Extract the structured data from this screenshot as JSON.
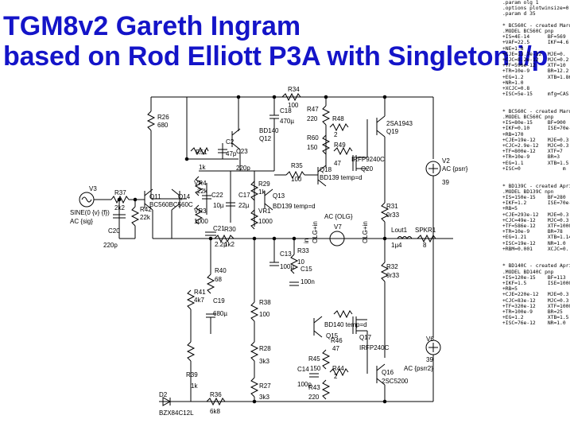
{
  "titles": {
    "line1": "TGM8v2     Gareth Ingram",
    "line2": "based on Rod Elliott P3A with Singleton i/p"
  },
  "colors": {
    "title": "#1414c8",
    "wire": "#000000"
  },
  "components": {
    "R26": {
      "name": "R26",
      "value": "680"
    },
    "R34": {
      "name": "R34",
      "value": "100"
    },
    "C18": {
      "name": "C18",
      "value": "470µ"
    },
    "R47": {
      "name": "R47",
      "value": "220"
    },
    "R48": {
      "name": "R48",
      "value": "2"
    },
    "Q19": {
      "name": "Q19",
      "model": "2SA1943"
    },
    "R60": {
      "name": "R60",
      "value": "150"
    },
    "R49": {
      "name": "R49",
      "value": "47"
    },
    "Q20": {
      "name": "Q20",
      "model": "IRFP9240C"
    },
    "Q12": {
      "name": "Q12",
      "model": "BD140"
    },
    "C2": {
      "name": "C2",
      "value": "47p"
    },
    "C23": {
      "name": "C23",
      "value": "220p"
    },
    "R51": {
      "name": "R51",
      "value": "1k"
    },
    "VR4": {
      "name": "VR4",
      "value": "22k"
    },
    "C22": {
      "name": "C22",
      "value": "10µ"
    },
    "VR3": {
      "name": "VR3",
      "value": "1000"
    },
    "C17": {
      "name": "C17",
      "value": "22µ"
    },
    "R29": {
      "name": "R29",
      "value": "1k"
    },
    "VR1": {
      "name": "VR1",
      "value": "1000"
    },
    "Q13": {
      "name": "Q13",
      "model": "BD139 temp=d"
    },
    "R35": {
      "name": "R35",
      "value": "100"
    },
    "Q18": {
      "name": "Q18",
      "model": "BD139 temp=d"
    },
    "V2": {
      "name": "V2",
      "expr": "AC {psrr}",
      "value": "39"
    },
    "V3": {
      "name": "V3",
      "expr": "SINE(0 {v} {f})",
      "ac": "AC {sig}"
    },
    "R37": {
      "name": "R37",
      "value": "2k2"
    },
    "Q11": {
      "name": "Q11"
    },
    "Q14": {
      "name": "Q14"
    },
    "pair_model": "BC560BC560C",
    "C20": {
      "name": "C20",
      "value": "220p"
    },
    "R42": {
      "name": "R42",
      "value": "22k"
    },
    "C21": {
      "name": "C21",
      "value": "2.2p"
    },
    "R30": {
      "name": "R30",
      "value": "1k2"
    },
    "R40": {
      "name": "R40",
      "value": "68"
    },
    "R41": {
      "name": "R41",
      "value": "4k7"
    },
    "C19": {
      "name": "C19",
      "value": "680µ"
    },
    "C13": {
      "name": "C13",
      "value": "100µ"
    },
    "R33": {
      "name": "R33",
      "value": "10"
    },
    "C15": {
      "name": "C15",
      "value": "100n"
    },
    "V7": {
      "name": "V7",
      "expr": "AC {OLG}"
    },
    "R31": {
      "name": "R31",
      "value": "0r33"
    },
    "Lout1": {
      "name": "Lout1",
      "value": "1µ4"
    },
    "SPKR1": {
      "name": "SPKR1",
      "value": "8"
    },
    "R32": {
      "name": "R32",
      "value": "0r33"
    },
    "V6": {
      "name": "V6",
      "expr": "AC {psrr2}",
      "value": "39"
    },
    "R38": {
      "name": "R38",
      "value": "100"
    },
    "R28": {
      "name": "R28",
      "value": "3k3"
    },
    "R27": {
      "name": "R27",
      "value": "3k3"
    },
    "Q15": {
      "name": "Q15",
      "model": "BD140 temp=d"
    },
    "R46": {
      "name": "R46",
      "value": "47"
    },
    "Q17": {
      "name": "Q17",
      "model": "IRFP240C"
    },
    "R45": {
      "name": "R45",
      "value": "150"
    },
    "C14": {
      "name": "C14",
      "value": "100p"
    },
    "R44": {
      "name": "R44",
      "value": "2"
    },
    "R43": {
      "name": "R43",
      "value": "220"
    },
    "Q16": {
      "name": "Q16",
      "model": "2SC5200"
    },
    "R39": {
      "name": "R39",
      "value": "1k"
    },
    "D2": {
      "name": "D2",
      "model": "BZX84C12L"
    },
    "R36": {
      "name": "R36",
      "value": "6k8"
    },
    "net_in": "in",
    "net_out_a": "OLG+in",
    "net_out_b": "OLG+in"
  },
  "netlist": [
    ".param olg 1",
    ".options plotwinsize=0",
    ".param d 35",
    "",
    "* BC560C - created Mard",
    ".MODEL BC560C pnp",
    "+IS=4E-14      BF=569",
    "+VAF=22.5      IKF=4.6",
    "+NE=1.8",
    "+CJE=13.7e-12  MJE=0.",
    "+CJC=8.2e-12   MJC=0.2",
    "+TF=596e-12    XTF=10",
    "+TR=10e-9      BR=12.2",
    "+EG=1.2        XTB=1.86",
    "+NR=1.0",
    "+XCJC=0.8",
    "+ISC=5e-15     mfg=CAS",
    "",
    "",
    "* BC560C - created Mard",
    ".MODEL BC560C pnp",
    "+IS=80e-15     BF=900",
    "+IKF=0.10      ISE=70e-1",
    "+RB=170",
    "+CJE=19e-12    MJE=0.3",
    "+CJC=2.9e-12   MJC=0.3",
    "+TF=800e-12    XTF=7",
    "+TR=10e-9      BR=3",
    "+EG=1.1        XTB=1.5",
    "+ISC=0              m",
    "",
    "",
    "* BD139C - created April",
    ".MODEL BD139C npn",
    "+IS=150e-15    BF=280",
    "+IKF=1.2       ISE=70e-1",
    "+RB=5",
    "+CJE=293e-12   MJE=0.3",
    "+CJC=49e-12    MJC=0.3",
    "+TF=586e-12    XTF=1000",
    "+TR=10e-9      BR=78",
    "+EG=1.21       XTB=1.14",
    "+ISC=19e-12    NR=1.0",
    "+RBM=0.001     XCJC=0.",
    "",
    "",
    "* BD140C - created April",
    ".MODEL BD140C pnp",
    "+IS=120e-15    BF=113",
    "+IKF=1.5       ISE=1000e",
    "+RB=5",
    "+CJE=220e-12   MJE=0.3",
    "+CJC=83e-12    MJC=0.3",
    "+TF=320e-12    XTF=1000",
    "+TR=100e-9     BR=25",
    "+EG=1.2        XTB=1.5",
    "+ISC=76e-12    NR=1.0"
  ]
}
